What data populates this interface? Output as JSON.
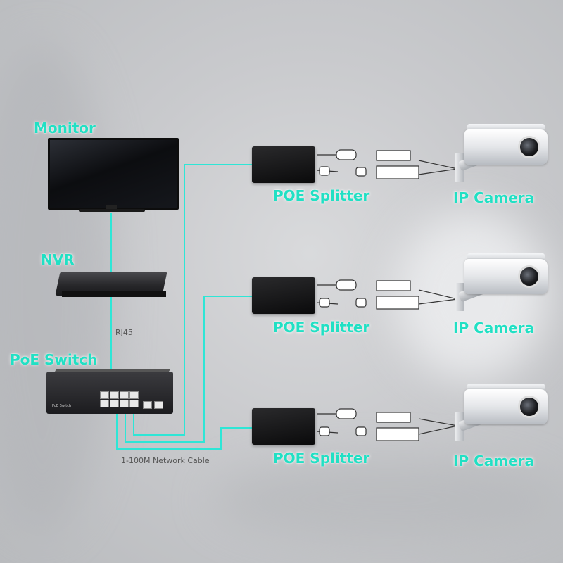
{
  "labels": {
    "monitor": "Monitor",
    "nvr": "NVR",
    "rj45": "RJ45",
    "poe_switch": "PoE Switch",
    "network_cable": "1-100M Network Cable",
    "poe_splitter": "POE Splitter",
    "ip_camera": "IP Camera",
    "switch_brand": "PoE Switch"
  },
  "colors": {
    "accent": "#21e0c4",
    "cable": "#2ee6d6",
    "background": "#c9cacd"
  },
  "splitters": [
    {
      "label": "POE Splitter"
    },
    {
      "label": "POE Splitter"
    },
    {
      "label": "POE Splitter"
    }
  ],
  "cameras": [
    {
      "label": "IP Camera"
    },
    {
      "label": "IP Camera"
    },
    {
      "label": "IP Camera"
    }
  ]
}
